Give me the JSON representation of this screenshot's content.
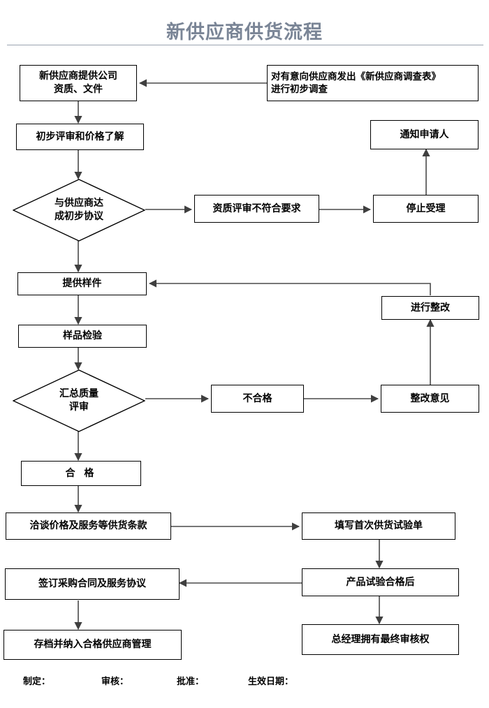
{
  "document": {
    "title": "新供应商供货流程",
    "title_color": "#7a8596",
    "line_color": "#4a4a4a",
    "node_border_color": "#000000",
    "background": "#ffffff"
  },
  "nodes": {
    "supplier_docs": {
      "label": "新供应商提供公司\n资质、文件",
      "shape": "process"
    },
    "survey_form": {
      "label": "对有意向供应商发出《新供应商调查表》\n进行初步调查",
      "shape": "process"
    },
    "initial_review": {
      "label": "初步评审和价格了解",
      "shape": "process"
    },
    "notify_applicant": {
      "label": "通知申请人",
      "shape": "process"
    },
    "reach_agreement": {
      "label": "与供应商达\n成初步协议",
      "shape": "decision"
    },
    "qualify_fail": {
      "label": "资质评审不符合要求",
      "shape": "process"
    },
    "stop_accept": {
      "label": "停止受理",
      "shape": "process"
    },
    "provide_sample": {
      "label": "提供样件",
      "shape": "process"
    },
    "do_rectify": {
      "label": "进行整改",
      "shape": "process"
    },
    "sample_inspect": {
      "label": "样品检验",
      "shape": "process"
    },
    "quality_review": {
      "label": "汇总质量\n评审",
      "shape": "decision"
    },
    "not_qualified": {
      "label": "不合格",
      "shape": "process"
    },
    "rectify_opinion": {
      "label": "整改意见",
      "shape": "process"
    },
    "qualified": {
      "label": "合  格",
      "shape": "process"
    },
    "negotiate_terms": {
      "label": "洽谈价格及服务等供货条款",
      "shape": "process"
    },
    "first_supply_form": {
      "label": "填写首次供货试验单",
      "shape": "process"
    },
    "sign_contract": {
      "label": "签订采购合同及服务协议",
      "shape": "process"
    },
    "product_passed": {
      "label": "产品试验合格后",
      "shape": "process"
    },
    "archive_manage": {
      "label": "存档并纳入合格供应商管理",
      "shape": "process"
    },
    "gm_final_approval": {
      "label": "总经理拥有最终审核权",
      "shape": "process"
    }
  },
  "footer": {
    "fields": [
      {
        "label": "制定："
      },
      {
        "label": "审核："
      },
      {
        "label": "批准："
      },
      {
        "label": "生效日期："
      }
    ]
  }
}
